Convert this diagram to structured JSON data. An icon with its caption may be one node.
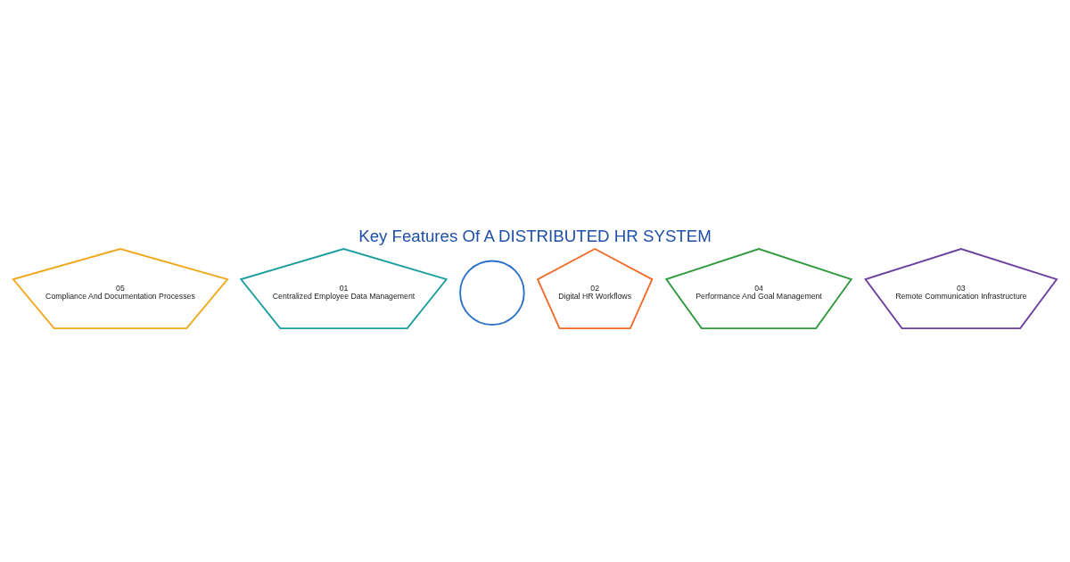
{
  "diagram": {
    "title": "Key Features Of A DISTRIBUTED HR SYSTEM",
    "nodes": [
      {
        "text": [
          "01",
          "Centralized Employee Data Management"
        ]
      },
      {
        "text": [
          "02",
          "Digital HR Workflows"
        ]
      },
      {
        "text": [
          "03",
          "Remote Communication Infrastructure"
        ]
      },
      {
        "text": [
          "04",
          "Performance And Goal Management"
        ]
      },
      {
        "text": [
          "05",
          "Compliance And Documentation Processes"
        ]
      },
      {
        "text": [],
        "shape": "circle"
      }
    ],
    "edges": []
  }
}
